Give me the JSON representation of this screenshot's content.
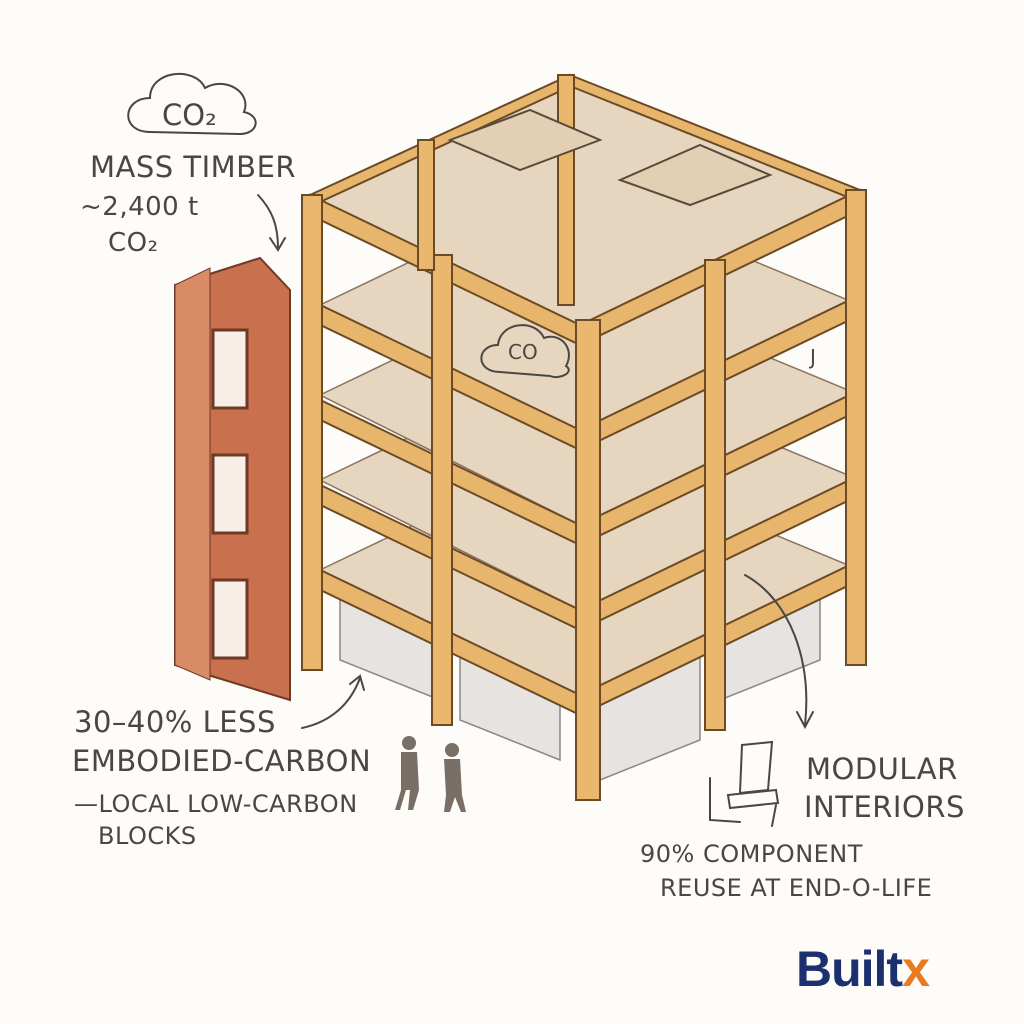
{
  "co2_cloud": {
    "label": "CO₂"
  },
  "mass_timber": {
    "title": "MASS TIMBER",
    "amount": "~2,400 t",
    "unit": "CO₂"
  },
  "embodied_carbon": {
    "headline_1": "30–40% LESS",
    "headline_2": "EMBODIED-CARBON",
    "sub_1": "—LOCAL LOW-CARBON",
    "sub_2": "BLOCKS"
  },
  "modular": {
    "title_1": "MODULAR",
    "title_2": "INTERIORS",
    "sub_1": "90% COMPONENT",
    "sub_2": "REUSE AT END-O-LIFE"
  },
  "interior_cloud": {
    "label": "CO"
  },
  "interior_mark": "J",
  "logo": {
    "main": "Built",
    "accent": "x"
  },
  "colors": {
    "timber": "#e7b56c",
    "timber_dark": "#c98f43",
    "brick": "#c9704e",
    "slab": "#e7d9c5",
    "text": "#4a4743",
    "logo_blue": "#1c2f6e",
    "logo_orange": "#e87a1f"
  }
}
